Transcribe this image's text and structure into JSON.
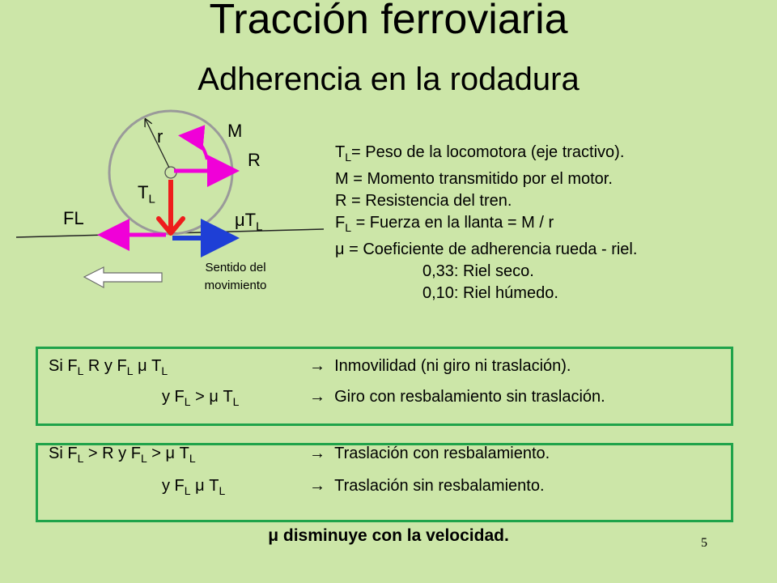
{
  "title": "Tracción ferroviaria",
  "subtitle": "Adherencia en la rodadura",
  "diagram": {
    "label_r": "r",
    "label_M": "M",
    "label_R": "R",
    "label_TL": "T",
    "label_TL_sub": "L",
    "label_FL": "FL",
    "label_muTL": "μT",
    "label_muTL_sub": "L",
    "movement_caption": "Sentido del movimiento"
  },
  "definitions": [
    {
      "sym": "T",
      "sub": "L",
      "text": "= Peso de la locomotora (eje tractivo)."
    },
    {
      "sym": "M",
      "sub": "",
      "text": " = Momento transmitido por el motor."
    },
    {
      "sym": "R",
      "sub": "",
      "text": " = Resistencia del tren."
    },
    {
      "sym": "F",
      "sub": "L",
      "text": " = Fuerza en la llanta = M / r"
    },
    {
      "sym": "μ",
      "sub": "",
      "text": "  = Coeficiente de adherencia rueda - riel."
    },
    {
      "sym": "",
      "sub": "",
      "text": "0,33: Riel seco."
    },
    {
      "sym": "",
      "sub": "",
      "text": "0,10: Riel húmedo."
    }
  ],
  "box1": {
    "line1": {
      "prefix": "Si  F",
      "op1": "  R  y  F",
      "op2": "  μ T",
      "arrow": "→",
      "result": "Inmovilidad (ni giro ni traslación)."
    },
    "line2": {
      "prefix": "y  F",
      "op": " > μ T",
      "arrow": "→",
      "result": "Giro con resbalamiento sin traslación."
    }
  },
  "box2": {
    "line1": {
      "prefix": "Si   F",
      "op1": " >  R  y  F",
      "op2": " > μ T",
      "arrow": "→",
      "result": "Traslación con resbalamiento."
    },
    "line2": {
      "prefix": "y   F",
      "op": "  μ T",
      "arrow": "→",
      "result": "Traslación  sin resbalamiento."
    }
  },
  "sub_L": "L",
  "glyph_missing": "",
  "footer": "μ disminuye con la velocidad.",
  "page_number": "5",
  "colors": {
    "background": "#cce6a8",
    "box_border": "#1fa34a",
    "magenta": "#f000d8",
    "red": "#ee1c1c",
    "blue": "#1e3fd6"
  }
}
